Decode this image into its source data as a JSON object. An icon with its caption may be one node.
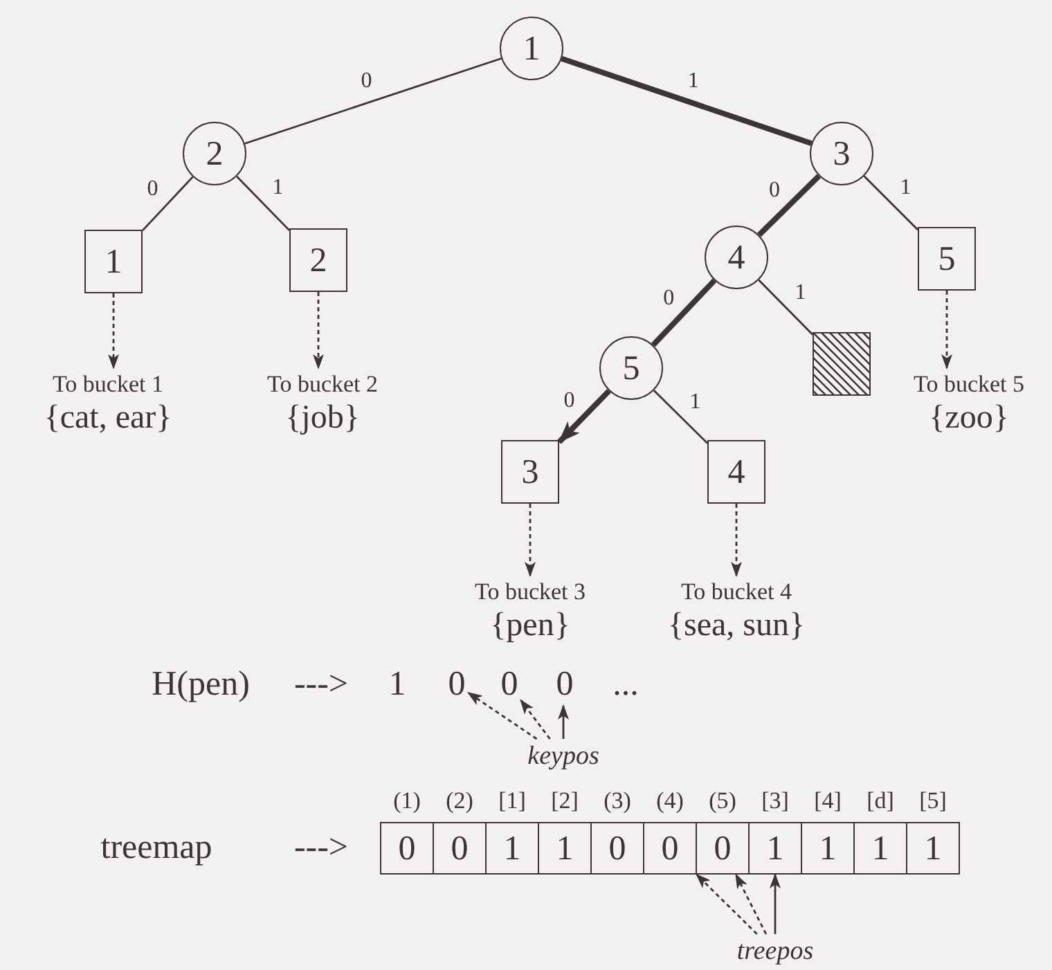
{
  "diagram": {
    "nodes": [
      {
        "text": [
          "1"
        ]
      },
      {
        "text": [
          "2"
        ]
      },
      {
        "text": [
          "3"
        ]
      },
      {
        "text": [
          "1"
        ]
      },
      {
        "text": [
          "2"
        ]
      },
      {
        "text": [
          "4"
        ]
      },
      {
        "text": [
          "5"
        ]
      },
      {
        "text": [
          "5"
        ]
      },
      {
        "text": [],
        "shape": "box"
      },
      {
        "text": [
          "3"
        ]
      },
      {
        "text": [
          "4"
        ]
      },
      {
        "text": [
          "To bucket 1",
          "{cat, ear}"
        ]
      },
      {
        "text": [
          "To bucket 2",
          "{job}"
        ]
      },
      {
        "text": [
          "To bucket 5",
          "{zoo}"
        ]
      },
      {
        "text": [
          "To bucket 3",
          "{pen}"
        ]
      },
      {
        "text": [
          "To bucket 4",
          "{sea, sun}"
        ]
      },
      {
        "text": [
          "0"
        ]
      },
      {
        "text": [
          "0"
        ]
      },
      {
        "text": [
          "0"
        ]
      },
      {
        "text": [
          "keypos"
        ]
      },
      {
        "text": [
          "0"
        ],
        "beside": [
          "(1)"
        ]
      },
      {
        "text": [
          "0"
        ],
        "beside": [
          "(2)"
        ]
      },
      {
        "text": [
          "1"
        ],
        "beside": [
          "[1]"
        ]
      },
      {
        "text": [
          "1"
        ],
        "beside": [
          "[2]"
        ]
      },
      {
        "text": [
          "0"
        ],
        "beside": [
          "(3)"
        ]
      },
      {
        "text": [
          "0"
        ],
        "beside": [
          "(4)"
        ]
      },
      {
        "text": [
          "0"
        ],
        "beside": [
          "(5)"
        ]
      },
      {
        "text": [
          "1"
        ],
        "beside": [
          "[3]"
        ]
      },
      {
        "text": [
          "1"
        ],
        "beside": [
          "[4]"
        ]
      },
      {
        "text": [
          "1"
        ],
        "beside": [
          "[d]"
        ]
      },
      {
        "text": [
          "1"
        ],
        "beside": [
          "[5]"
        ]
      },
      {
        "text": [
          "treepos"
        ]
      }
    ],
    "edges": [
      {
        "from": 0,
        "to": 1,
        "arrow": "none",
        "label": "0"
      },
      {
        "from": 0,
        "to": 2,
        "arrow": "none",
        "label": "1",
        "style": "thick"
      },
      {
        "from": 1,
        "to": 3,
        "arrow": "none",
        "label": "0"
      },
      {
        "from": 1,
        "to": 4,
        "arrow": "none",
        "label": "1"
      },
      {
        "from": 2,
        "to": 5,
        "arrow": "none",
        "label": "0",
        "style": "thick"
      },
      {
        "from": 2,
        "to": 6,
        "arrow": "none",
        "label": "1"
      },
      {
        "from": 5,
        "to": 7,
        "arrow": "none",
        "label": "0",
        "style": "thick"
      },
      {
        "from": 5,
        "to": 8,
        "arrow": "none",
        "label": "1"
      },
      {
        "from": 7,
        "to": 9,
        "arrow": "to",
        "label": "0",
        "style": "thick"
      },
      {
        "from": 7,
        "to": 10,
        "arrow": "none",
        "label": "1"
      },
      {
        "from": 3,
        "to": 11,
        "arrow": "to",
        "style": "dashed"
      },
      {
        "from": 4,
        "to": 12,
        "arrow": "to",
        "style": "dashed"
      },
      {
        "from": 6,
        "to": 13,
        "arrow": "to",
        "style": "dashed"
      },
      {
        "from": 9,
        "to": 14,
        "arrow": "to",
        "style": "dashed"
      },
      {
        "from": 10,
        "to": 15,
        "arrow": "to",
        "style": "dashed"
      },
      {
        "from": 19,
        "to": 16,
        "arrow": "to",
        "style": "dashed"
      },
      {
        "from": 19,
        "to": 17,
        "arrow": "to",
        "style": "dashed"
      },
      {
        "from": 19,
        "to": 18,
        "arrow": "to"
      },
      {
        "from": 31,
        "to": 25,
        "arrow": "to",
        "style": "dashed"
      },
      {
        "from": 31,
        "to": 26,
        "arrow": "to",
        "style": "dashed"
      },
      {
        "from": 31,
        "to": 27,
        "arrow": "to"
      }
    ],
    "labels": [
      "H(pen)",
      "--->",
      "1",
      "...",
      "treemap",
      "--->"
    ]
  }
}
